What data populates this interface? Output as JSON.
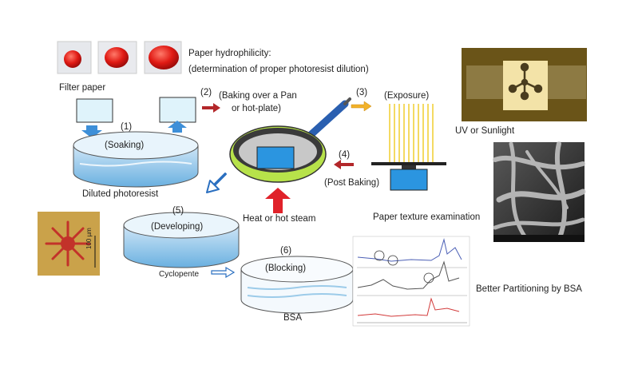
{
  "title_line1": "Paper hydrophilicity:",
  "title_line2": "(determination of proper photoresist dilution)",
  "filter_paper": "Filter paper",
  "step1": "(1)",
  "soaking": "(Soaking)",
  "diluted": "Diluted photoresist",
  "step2": "(2)",
  "baking_line1": "(Baking over a Pan",
  "baking_line2": "or hot-plate)",
  "step3": "(3)",
  "exposure": "(Exposure)",
  "step4": "(4)",
  "post_baking": "(Post Baking)",
  "heat": "Heat or hot steam",
  "uv": "UV or Sunlight",
  "texture": "Paper texture examination",
  "step5": "(5)",
  "developing": "(Developing)",
  "cyclopente": "Cyclopente",
  "step6": "(6)",
  "blocking": "(Blocking)",
  "bsa": "BSA",
  "scale": "100 µm",
  "partition": "Better Partitioning by BSA",
  "colors": {
    "red_arrow": "#b3272a",
    "blue_arrow": "#2b7fd6",
    "yellow": "#f2d13a",
    "pan_green": "#b7e24a",
    "paper_blue": "#2b95e0"
  }
}
